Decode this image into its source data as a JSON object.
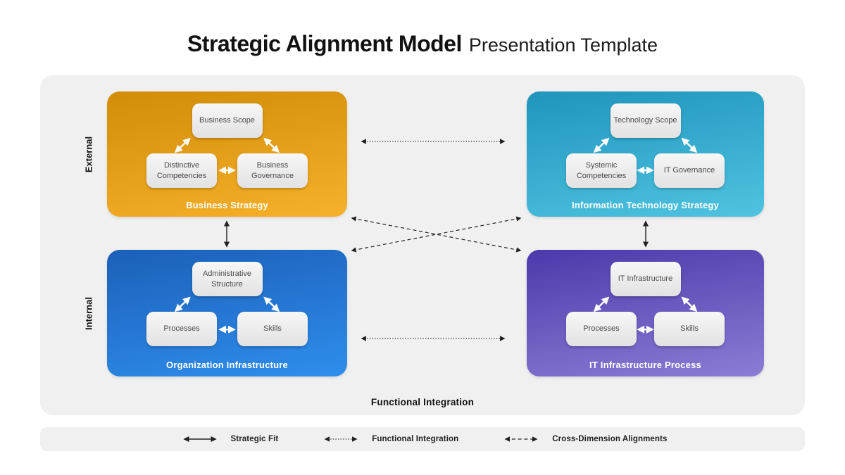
{
  "title": {
    "main": "Strategic Alignment Model",
    "sub": "Presentation Template"
  },
  "axes": {
    "left_top": "External",
    "left_bottom": "Internal",
    "bottom": "Functional Integration"
  },
  "quadrants": {
    "top_left": {
      "label": "Business Strategy",
      "boxes": [
        "Business Scope",
        "Distinctive Competencies",
        "Business Governance"
      ],
      "gradient": [
        "#d18d08",
        "#f7b02a"
      ]
    },
    "top_right": {
      "label": "Information Technology Strategy",
      "boxes": [
        "Technology Scope",
        "Systemic Competencies",
        "IT Governance"
      ],
      "gradient": [
        "#1f95bd",
        "#4fc3e0"
      ]
    },
    "bottom_left": {
      "label": "Organization Infrastructure",
      "boxes": [
        "Administrative Structure",
        "Processes",
        "Skills"
      ],
      "gradient": [
        "#1b60b9",
        "#2f8eec"
      ]
    },
    "bottom_right": {
      "label": "IT Infrastructure Process",
      "boxes": [
        "IT Infrastructure",
        "Processes",
        "Skills"
      ],
      "gradient": [
        "#4c39aa",
        "#8b7dd5"
      ]
    }
  },
  "legend": {
    "items": [
      {
        "style": "solid",
        "label": "Strategic Fit"
      },
      {
        "style": "dotted",
        "label": "Functional Integration"
      },
      {
        "style": "dashed",
        "label": "Cross-Dimension Alignments"
      }
    ]
  },
  "colors": {
    "panel_background": "#f0f0f1",
    "node_box_background": "#ececec",
    "node_text": "#4a4a4a",
    "quadrant_title_text": "#ffffff",
    "connector_dark": "#222222",
    "connector_white": "#ffffff"
  }
}
